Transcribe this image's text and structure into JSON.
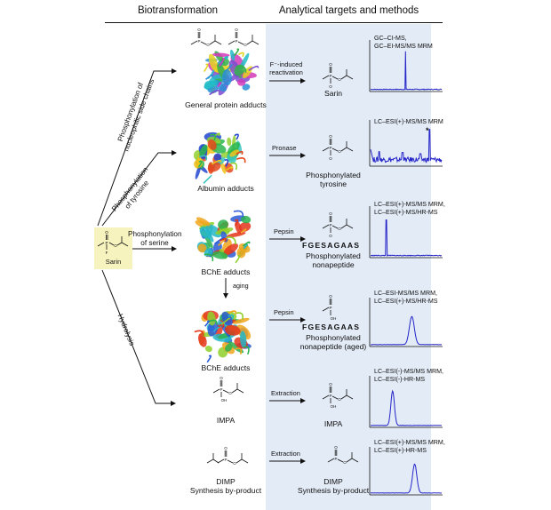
{
  "colors": {
    "panel_bg": "#e3ebf6",
    "sarin_box": "#f7f3bf",
    "trace": "#2424c8",
    "line": "#111111"
  },
  "headers": {
    "left": "Biotransformation",
    "right": "Analytical targets and methods"
  },
  "sarin": {
    "label": "Sarin",
    "atom_o": "O",
    "atom_p": "P",
    "atom_f": "F"
  },
  "pathways": {
    "nucleophilic": "Phosphonylation of nucleophilic side chains",
    "tyrosine": "Phosphonylation of tyrosine",
    "serine": "Phosphonylation of serine",
    "hydrolysis": "Hydrolysis"
  },
  "rows": [
    {
      "adduct": "General protein adducts",
      "step": "F⁻-induced reactivation",
      "target": "Sarin",
      "methods": [
        "GC–CI-MS,",
        "GC–EI-MS/MS MRM"
      ],
      "trace_icon": "chromatogram-peak-icon"
    },
    {
      "adduct": "Albumin adducts",
      "step": "Pronase",
      "target": "Phosphonylated tyrosine",
      "methods": [
        "LC–ESI(+)-MS/MS MRM"
      ],
      "star": "*",
      "trace_icon": "chromatogram-noisy-icon"
    },
    {
      "adduct": "BChE adducts",
      "step": "Pepsin",
      "peptide": "FGESAGAAS",
      "target": "Phosphonylated nonapeptide",
      "methods": [
        "LC–ESI(+)-MS/MS MRM,",
        "LC–ESI(+)-MS/HR-MS"
      ],
      "trace_icon": "chromatogram-peak-icon"
    },
    {
      "adduct": "BChE adducts",
      "step": "Pepsin",
      "peptide": "FGESAGAAS",
      "target": "Phosphonylated nonapeptide (aged)",
      "methods": [
        "LC–ESI-MS/MS MRM,",
        "LC–ESI(+)-MS/HR-MS"
      ],
      "trace_icon": "chromatogram-peak-icon"
    },
    {
      "adduct": "IMPA",
      "step": "Extraction",
      "target": "IMPA",
      "methods": [
        "LC–ESI(-)-MS/MS MRM,",
        "LC–ESI(-)-HR-MS"
      ],
      "trace_icon": "chromatogram-peak-icon"
    },
    {
      "adduct": "DIMP Synthesis by-product",
      "step": "Extraction",
      "target": "DIMP Synthesis by-product",
      "methods": [
        "LC–ESI(+)-MS/MS MRM,",
        "LC–ESI(+)-HR-MS"
      ],
      "trace_icon": "chromatogram-peak-icon"
    }
  ],
  "aging": "aging",
  "atoms": {
    "o": "O",
    "oh": "OH",
    "p": "P"
  },
  "dimp_lines": [
    "DIMP",
    "Synthesis by-product"
  ],
  "target_lines": {
    "tyrosine": [
      "Phosphonylated",
      "tyrosine"
    ],
    "nonapeptide": [
      "Phosphonylated",
      "nonapeptide"
    ],
    "nonapeptide_aged": [
      "Phosphonylated",
      "nonapeptide (aged)"
    ],
    "reactivation": [
      "F⁻-induced",
      "reactivation"
    ]
  },
  "rotated_lines": {
    "nucleophilic": [
      "Phosphonylation of",
      "nucleophilic side chains"
    ],
    "tyrosine": [
      "Phosphonylation",
      "of tyrosine"
    ]
  }
}
